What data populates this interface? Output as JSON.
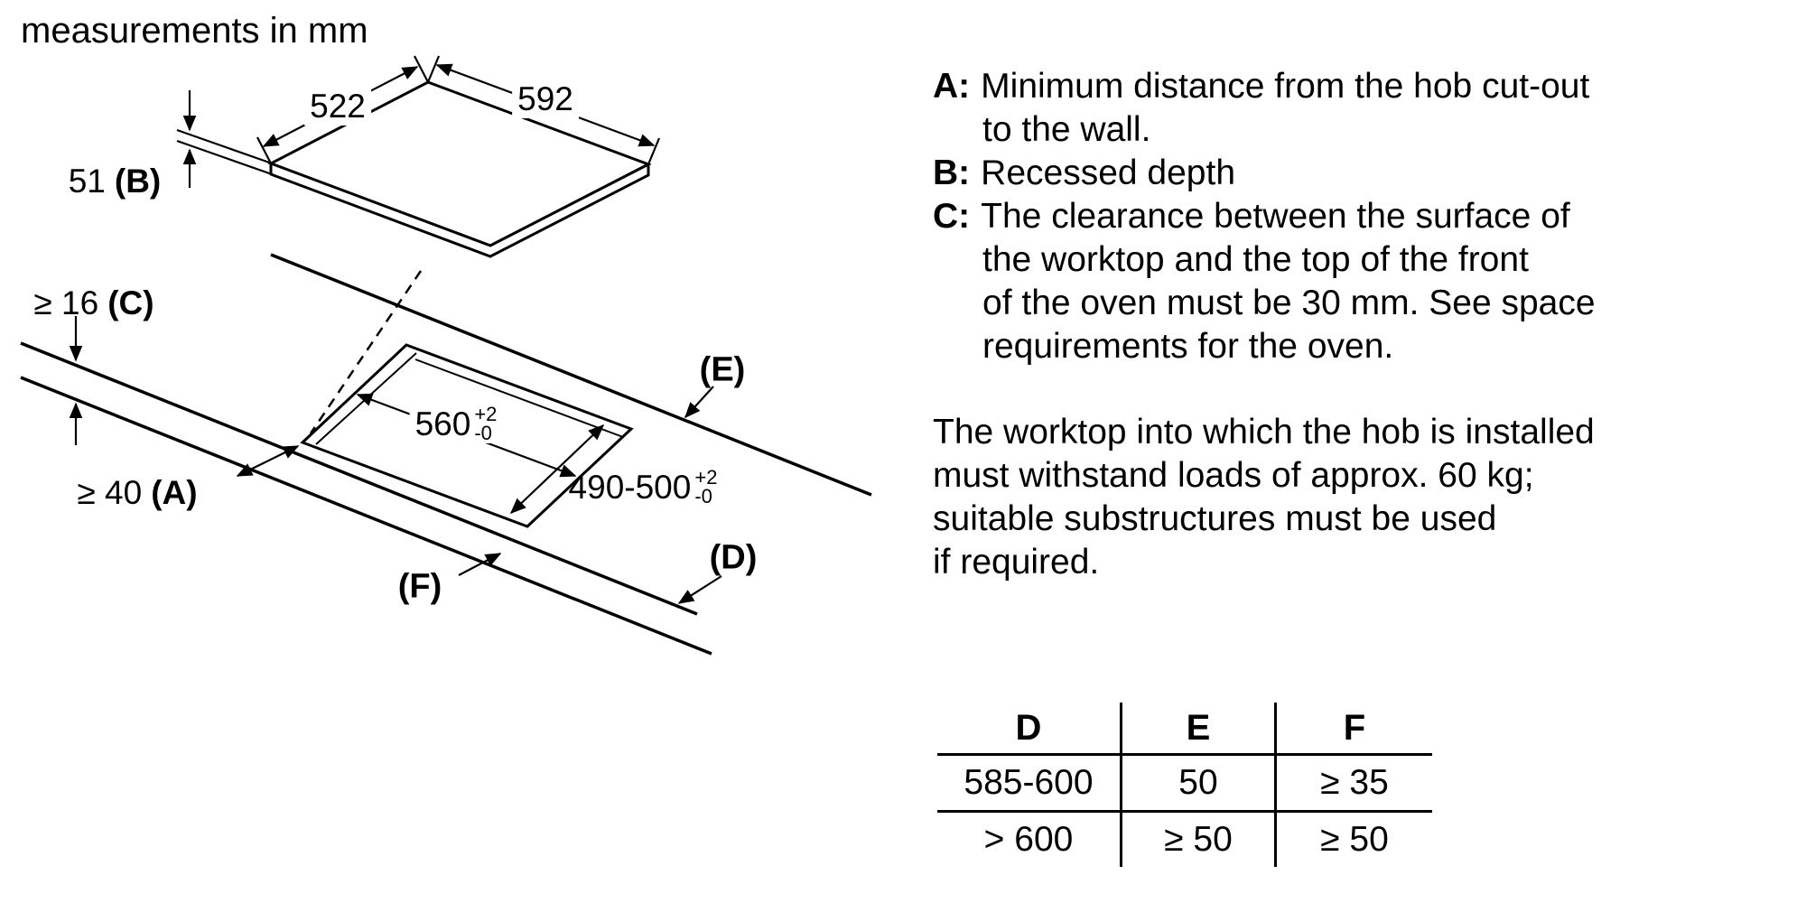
{
  "note": "measurements in mm",
  "diagram": {
    "dim_522": "522",
    "dim_592": "592",
    "dim_b_value": "51",
    "dim_b_key": "(B)",
    "dim_c_value": "≥ 16",
    "dim_c_key": "(C)",
    "dim_a_value": "≥ 40",
    "dim_a_key": "(A)",
    "dim_560": {
      "value": "560",
      "tol_plus": "+2",
      "tol_minus": "-0"
    },
    "dim_490": {
      "value": "490-500",
      "tol_plus": "+2",
      "tol_minus": "-0"
    },
    "label_e": "(E)",
    "label_d": "(D)",
    "label_f": "(F)"
  },
  "legend": {
    "items": [
      {
        "key": "A",
        "colon": ":",
        "lines": [
          "Minimum distance from the hob cut-out",
          "to the wall."
        ]
      },
      {
        "key": "B",
        "colon": ":",
        "lines": [
          "Recessed depth"
        ]
      },
      {
        "key": "C",
        "colon": ":",
        "lines": [
          "The clearance between the surface of",
          "the worktop and the top of the front",
          "of the oven must be 30 mm. See space",
          "requirements for the oven."
        ]
      }
    ]
  },
  "paragraph": {
    "lines": [
      "The worktop into which the hob is installed",
      "must withstand loads of approx. 60 kg;",
      "suitable substructures must be used",
      "if required."
    ]
  },
  "table": {
    "headers": [
      "D",
      "E",
      "F"
    ],
    "rows": [
      [
        "585-600",
        "50",
        "≥ 35"
      ],
      [
        "> 600",
        "≥ 50",
        "≥ 50"
      ]
    ]
  }
}
